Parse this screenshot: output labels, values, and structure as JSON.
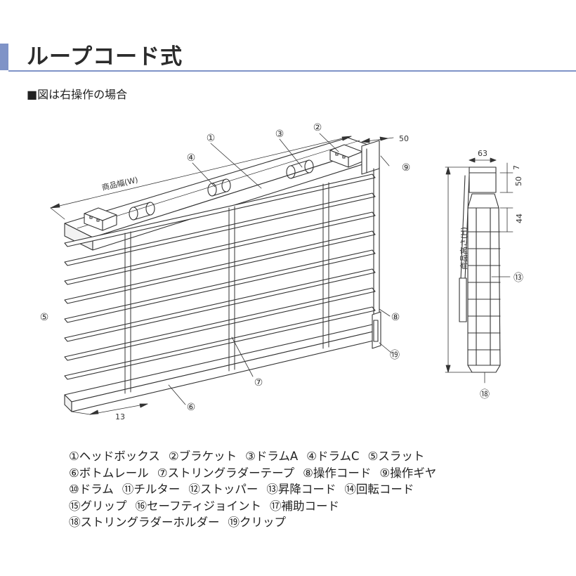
{
  "title": "ループコード式",
  "note": "■図は右操作の場合",
  "callouts": {
    "c1": "①",
    "c2": "②",
    "c3": "③",
    "c4": "④",
    "c5": "⑤",
    "c6": "⑥",
    "c7": "⑦",
    "c8": "⑧",
    "c9": "⑨",
    "c13": "⑬",
    "c18": "⑱",
    "c19": "⑲"
  },
  "dimensions": {
    "width_label": "商品幅(W)",
    "height_label": "商品高さ(H)",
    "d50_top": "50",
    "d13": "13",
    "d63": "63",
    "d7": "7",
    "d50_side": "50",
    "d44": "44"
  },
  "legend": [
    [
      "①ヘッドボックス",
      "②ブラケット",
      "③ドラムA",
      "④ドラムC",
      "⑤スラット"
    ],
    [
      "⑥ボトムレール",
      "⑦ストリングラダーテープ",
      "⑧操作コード",
      "⑨操作ギヤ"
    ],
    [
      "⑩ドラム",
      "⑪チルター",
      "⑫ストッパー",
      "⑬昇降コード",
      "⑭回転コード"
    ],
    [
      "⑮グリップ",
      "⑯セーフティジョイント",
      "⑰補助コード"
    ],
    [
      "⑱ストリングラダーホルダー",
      "⑲クリップ"
    ]
  ],
  "colors": {
    "accent": "#7f93c7",
    "line": "#333333"
  }
}
